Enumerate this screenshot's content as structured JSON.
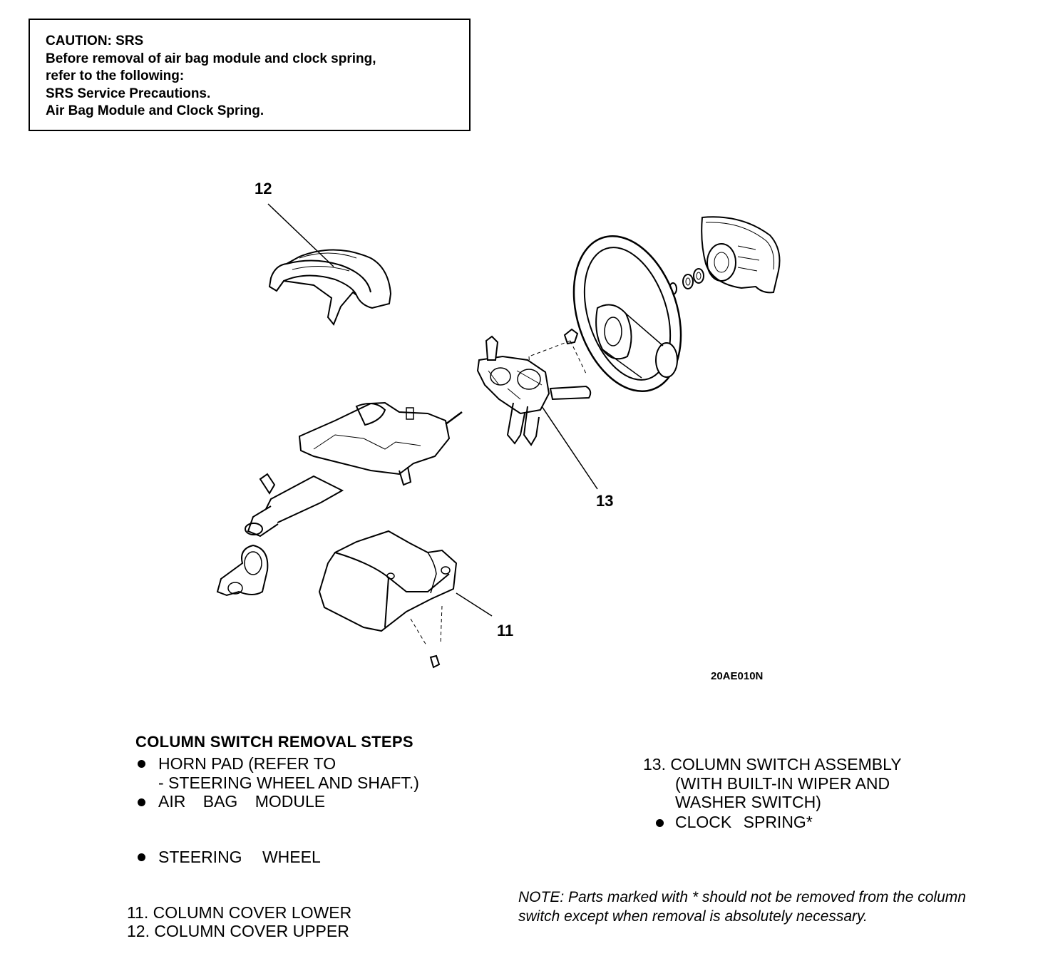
{
  "caution": {
    "title": "CAUTION: SRS",
    "line1": "Before removal of air bag module and clock spring,",
    "line2": "refer to the following:",
    "line3": "SRS Service Precautions.",
    "line4": "Air Bag Module and Clock Spring."
  },
  "callouts": {
    "c12": "12",
    "c13": "13",
    "c11": "11"
  },
  "figure_id": "20AE010N",
  "steps": {
    "title": "COLUMN SWITCH REMOVAL STEPS",
    "horn_pad_1": "HORN PAD (REFER TO",
    "horn_pad_2": "- STEERING WHEEL AND SHAFT.)",
    "air_bag": "AIR BAG MODULE",
    "steering_wheel": "STEERING WHEEL",
    "item11": "11. COLUMN COVER LOWER",
    "item12": "12. COLUMN COVER UPPER",
    "item13_1": "13. COLUMN SWITCH ASSEMBLY",
    "item13_2": "(WITH BUILT-IN WIPER AND",
    "item13_3": "WASHER SWITCH)",
    "clock_spring": "CLOCK SPRING*"
  },
  "note": "NOTE: Parts marked with * should not be removed from the column switch except when removal is absolutely necessary."
}
